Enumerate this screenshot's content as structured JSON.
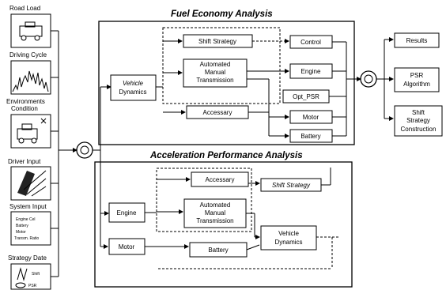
{
  "inputs": {
    "road_load": "Road Load",
    "driving_cycle": "Driving Cycle",
    "environments": "Environments",
    "condition": "Condition",
    "driver_input": "Driver Input",
    "system_input": "System Input",
    "system_input_lines": [
      "Engine Cel",
      "Battery",
      "Motor",
      "Transm. Ratio"
    ],
    "strategy_data": "Strategy Date",
    "strategy_items": [
      "Shift",
      "PSR"
    ]
  },
  "fuel": {
    "title": "Fuel Economy Analysis",
    "vehicle_dynamics": [
      "Vehicle",
      "Dynamics"
    ],
    "shift_strategy": "Shift Strategy",
    "amt": [
      "Automated",
      "Manual",
      "Transmission"
    ],
    "accessary": "Accessary",
    "control": "Control",
    "engine": "Engine",
    "opt_psr": "Opt_PSR",
    "motor": "Motor",
    "battery": "Battery"
  },
  "outputs": {
    "results": "Results",
    "psr": [
      "PSR",
      "Algorithm"
    ],
    "shift": [
      "Shift",
      "Strategy",
      "Construction"
    ]
  },
  "accel": {
    "title": "Acceleration Performance Analysis",
    "accessary": "Accessary",
    "shift_strategy": "Shift Strategy",
    "engine": "Engine",
    "amt": [
      "Automated",
      "Manual",
      "Transmission"
    ],
    "motor": "Motor",
    "battery": "Battery",
    "vehicle_dynamics": [
      "Vehicle",
      "Dynamics"
    ]
  }
}
